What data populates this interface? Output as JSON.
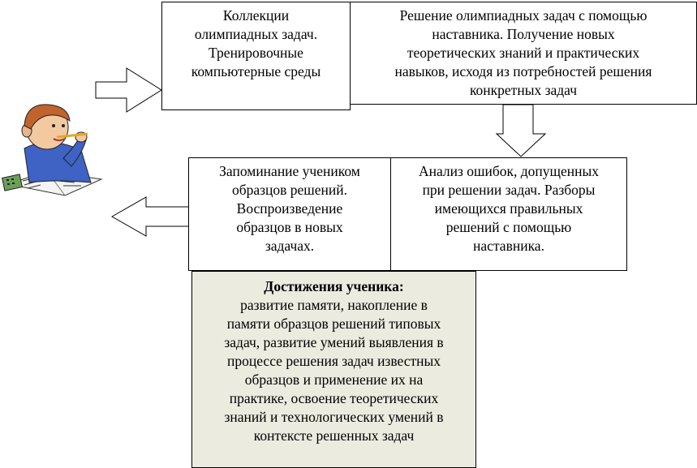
{
  "boxes": {
    "collections": {
      "lines": [
        "Коллекции",
        "олимпиадных задач.",
        "Тренировочные",
        "компьютерные среды"
      ]
    },
    "mentor": {
      "lines": [
        "Решение олимпиадных задач с помощью",
        "наставника. Получение новых",
        "теоретических знаний и практических",
        "навыков, исходя из потребностей решения",
        "конкретных задач"
      ]
    },
    "memorize": {
      "lines": [
        "Запоминание учеником",
        "образцов решений.",
        "Воспроизведение",
        "образцов в новых",
        "задачах."
      ]
    },
    "analysis": {
      "lines": [
        "Анализ ошибок, допущенных",
        "при решении задач. Разборы",
        "имеющихся правильных",
        "решений с помощью",
        "наставника."
      ]
    },
    "achievements": {
      "title": "Достижения ученика:",
      "lines": [
        "развитие памяти, накопление в",
        "памяти образцов решений типовых",
        "задач, развитие умений выявления в",
        "процессе решения задач известных",
        "образцов и применение их на",
        "практике, освоение теоретических",
        "знаний и технологических умений в",
        "контексте решенных задач"
      ]
    }
  },
  "colors": {
    "border": "#000000",
    "achievements_bg": "#ecebe0",
    "arrow_fill": "#ffffff"
  },
  "icons": [
    "right-arrow-icon",
    "down-arrow-icon",
    "left-arrow-icon",
    "student-illustration"
  ]
}
